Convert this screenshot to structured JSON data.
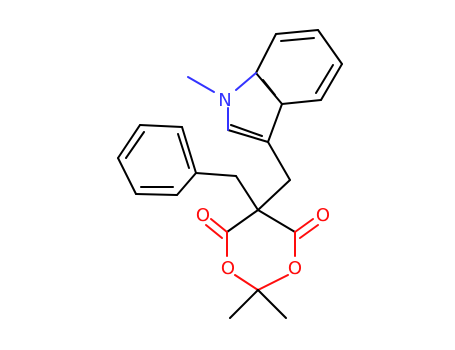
{
  "structure": {
    "atoms": {
      "n1": "N",
      "o_ketone_left": "O",
      "o_ketone_right": "O",
      "o_ring_left": "O",
      "o_ring_right": "O"
    },
    "colors": {
      "carbon": "#000000",
      "nitrogen": "#3333ff",
      "oxygen": "#ff0d0d"
    }
  }
}
